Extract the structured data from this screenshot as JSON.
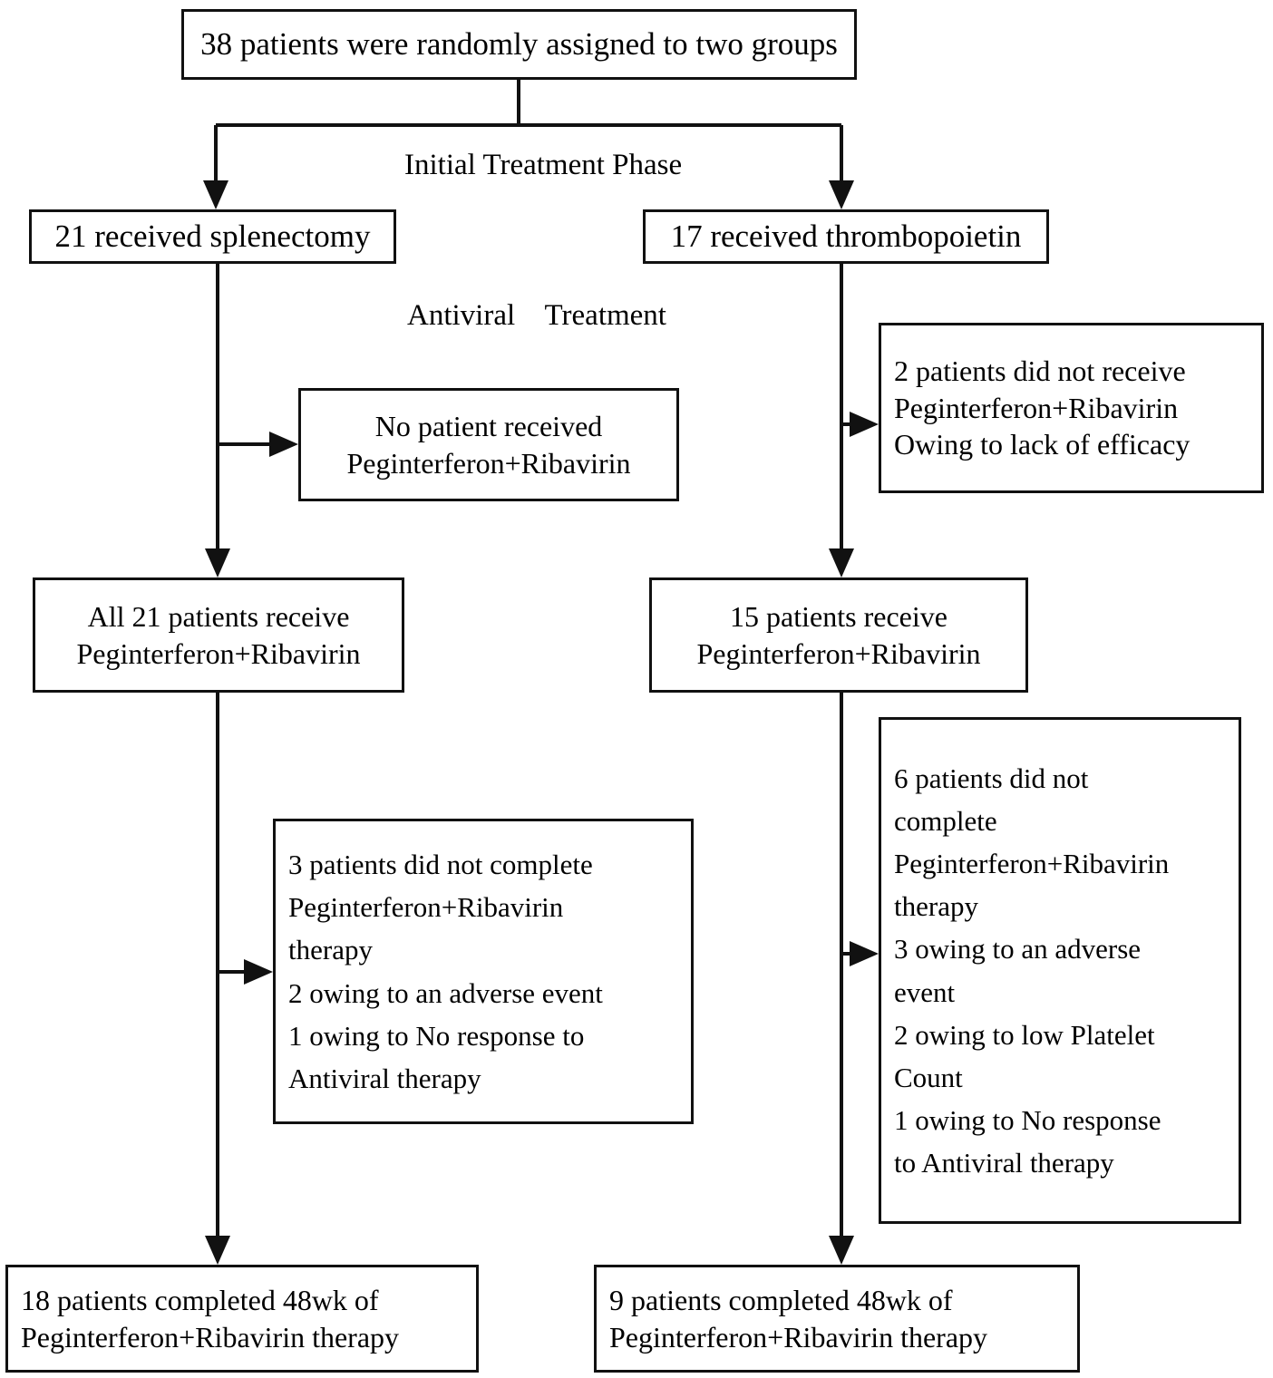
{
  "diagram": {
    "title": "Patient randomization and antiviral treatment flow",
    "phase_labels": {
      "initial": "Initial Treatment Phase",
      "antiviral": "Antiviral    Treatment"
    },
    "colors": {
      "stroke": "#111111",
      "background": "#ffffff",
      "text": "#000000"
    },
    "nodes": {
      "enrollment": {
        "lines": [
          "38 patients were randomly assigned to two groups"
        ]
      },
      "left_arm": {
        "lines": [
          "21 received splenectomy"
        ]
      },
      "right_arm": {
        "lines": [
          "17 received thrombopoietin"
        ]
      },
      "left_exclusion": {
        "lines": [
          "No patient received",
          "Peginterferon+Ribavirin"
        ]
      },
      "right_exclusion": {
        "lines": [
          "2 patients did not receive",
          "Peginterferon+Ribavirin",
          "Owing to lack of efficacy"
        ]
      },
      "left_treated": {
        "lines": [
          "All  21 patients receive",
          "Peginterferon+Ribavirin"
        ]
      },
      "right_treated": {
        "lines": [
          "15 patients  receive",
          "Peginterferon+Ribavirin"
        ]
      },
      "left_dropout": {
        "lines": [
          "3 patients  did not complete",
          "Peginterferon+Ribavirin",
          "therapy",
          "2 owing to an adverse event",
          "1 owing to No response to",
          "Antiviral therapy"
        ]
      },
      "right_dropout": {
        "lines": [
          "6 patients did not",
          "complete",
          "Peginterferon+Ribavirin",
          "therapy",
          "3 owing to an adverse",
          "event",
          "2 owing to low Platelet",
          "Count",
          "1 owing to No response",
          "to Antiviral therapy"
        ]
      },
      "left_completed": {
        "lines": [
          "18 patients completed 48wk of",
          "Peginterferon+Ribavirin therapy"
        ]
      },
      "right_completed": {
        "lines": [
          "9 patients completed 48wk of",
          "Peginterferon+Ribavirin therapy"
        ]
      }
    }
  },
  "chart_data": {
    "type": "diagram",
    "title": "CONSORT-style participant flow diagram",
    "stages": [
      {
        "stage": "Randomized",
        "n": 38,
        "label": "38 patients were randomly assigned to two groups"
      },
      {
        "stage": "Splenectomy arm",
        "n": 21,
        "label": "21 received splenectomy"
      },
      {
        "stage": "Thrombopoietin arm",
        "n": 17,
        "label": "17 received thrombopoietin"
      },
      {
        "stage": "Splenectomy arm did not receive antiviral",
        "n": 0,
        "label": "No patient received Peginterferon+Ribavirin"
      },
      {
        "stage": "Thrombopoietin arm did not receive antiviral",
        "n": 2,
        "label": "2 patients did not receive Peginterferon+Ribavirin Owing to lack of efficacy"
      },
      {
        "stage": "Splenectomy arm received antiviral",
        "n": 21,
        "label": "All 21 patients receive Peginterferon+Ribavirin"
      },
      {
        "stage": "Thrombopoietin arm received antiviral",
        "n": 15,
        "label": "15 patients receive Peginterferon+Ribavirin"
      },
      {
        "stage": "Splenectomy arm did not complete",
        "n": 3,
        "label": "3 patients did not complete Peginterferon+Ribavirin therapy",
        "reasons": [
          {
            "reason": "adverse event",
            "n": 2
          },
          {
            "reason": "No response to Antiviral therapy",
            "n": 1
          }
        ]
      },
      {
        "stage": "Thrombopoietin arm did not complete",
        "n": 6,
        "label": "6 patients did not complete Peginterferon+Ribavirin therapy",
        "reasons": [
          {
            "reason": "adverse event",
            "n": 3
          },
          {
            "reason": "low Platelet Count",
            "n": 2
          },
          {
            "reason": "No response to Antiviral therapy",
            "n": 1
          }
        ]
      },
      {
        "stage": "Splenectomy arm completed 48wk",
        "n": 18,
        "label": "18 patients completed 48wk of Peginterferon+Ribavirin therapy"
      },
      {
        "stage": "Thrombopoietin arm completed 48wk",
        "n": 9,
        "label": "9 patients completed 48wk of Peginterferon+Ribavirin therapy"
      }
    ],
    "phases": [
      "Initial Treatment Phase",
      "Antiviral Treatment"
    ]
  }
}
